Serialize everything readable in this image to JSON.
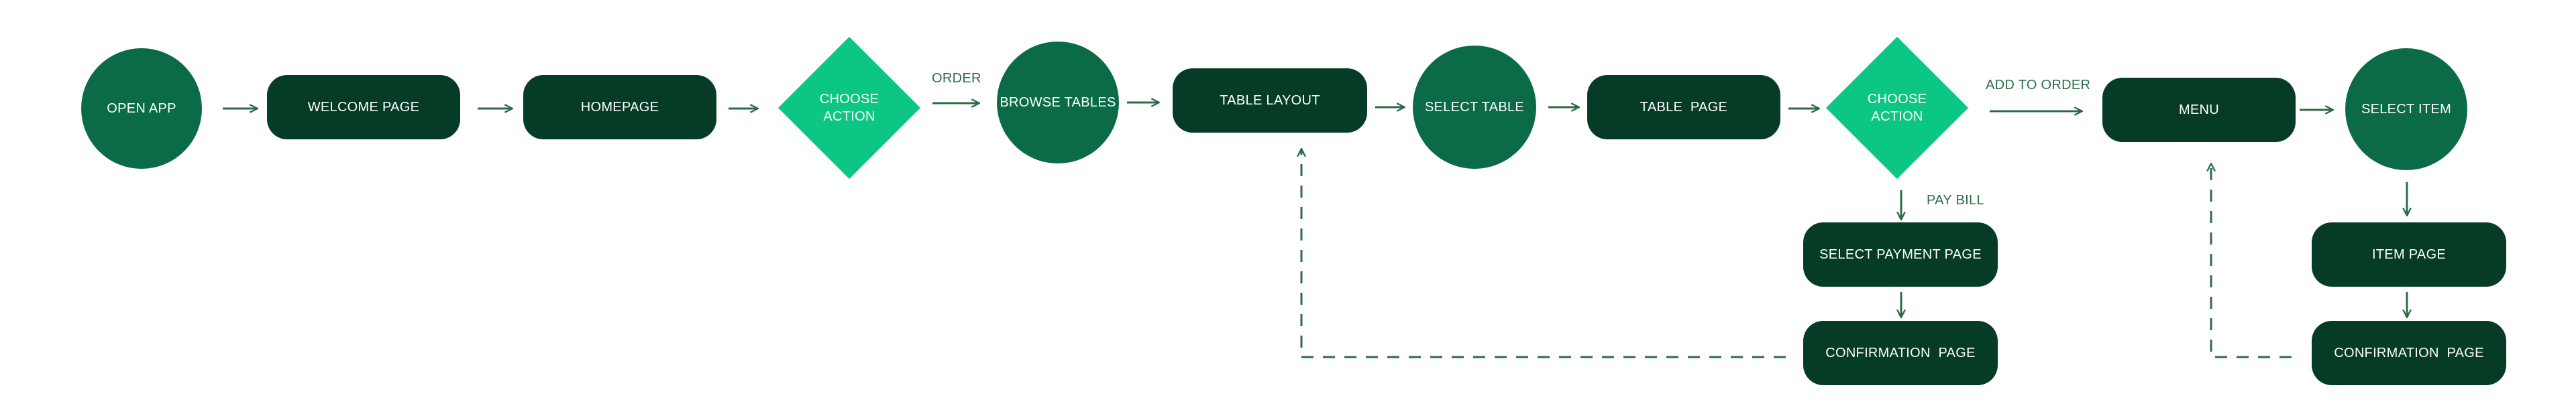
{
  "colors": {
    "circle": "#0b6b47",
    "pill": "#063b25",
    "diamond": "#0cc684",
    "arrow": "#2d6b47",
    "label": "#2d6b47"
  },
  "nodes": {
    "open_app": "OPEN APP",
    "welcome_page": "WELCOME PAGE",
    "homepage": "HOMEPAGE",
    "choose_action_1": "CHOOSE\nACTION",
    "browse_tables": "BROWSE TABLES",
    "table_layout": "TABLE LAYOUT",
    "select_table": "SELECT TABLE",
    "table_page": "TABLE  PAGE",
    "choose_action_2": "CHOOSE\nACTION",
    "menu": "MENU",
    "select_item": "SELECT ITEM",
    "select_payment_page": "SELECT PAYMENT PAGE",
    "confirmation_page_1": "CONFIRMATION  PAGE",
    "item_page": "ITEM PAGE",
    "confirmation_page_2": "CONFIRMATION  PAGE"
  },
  "edge_labels": {
    "order": "ORDER",
    "add_to_order": "ADD TO ORDER",
    "pay_bill": "PAY BILL"
  }
}
